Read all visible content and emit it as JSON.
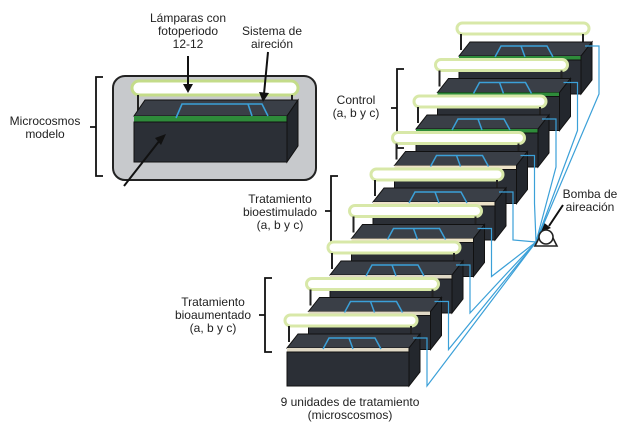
{
  "labels": {
    "lamps": [
      "Lámparas con",
      "fotoperiodo",
      "12-12"
    ],
    "aeration_system": [
      "Sistema de",
      "aireción"
    ],
    "microcosm": [
      "Microcosmos",
      "modelo"
    ],
    "control": [
      "Control",
      "(a, b y c)"
    ],
    "biostimulated": [
      "Tratamiento",
      "bioestimulado",
      "(a, b y c)"
    ],
    "pump": [
      "Bomba de",
      "aireación"
    ],
    "bioaugmented": [
      "Tratamiento",
      "bioaumentado",
      "(a, b y c)"
    ],
    "units": [
      "9 unidades de tratamiento",
      "(microscosmos)"
    ]
  },
  "diagram": {
    "unit_count": 9,
    "groups": [
      {
        "name": "control",
        "units": 3,
        "liquid_color": "#e0d9c6"
      },
      {
        "name": "biostimulated",
        "units": 3,
        "liquid_color": "#ede3c9"
      },
      {
        "name": "bioaugmented",
        "units": 3,
        "liquid_color": "#2e8b3a"
      }
    ]
  },
  "colors": {
    "tank_dark": "#2b2f36",
    "tank_top": "#3a3f47",
    "lamp_glow": "#d8e8a8",
    "lamp_core": "#ffffff",
    "aeration_line": "#3ba0d8",
    "panel_bg": "#c7c9cc",
    "model_liquid": "#2e8b3a"
  },
  "icons": [
    "air-pump-icon",
    "arrow-icon",
    "brace-icon"
  ]
}
